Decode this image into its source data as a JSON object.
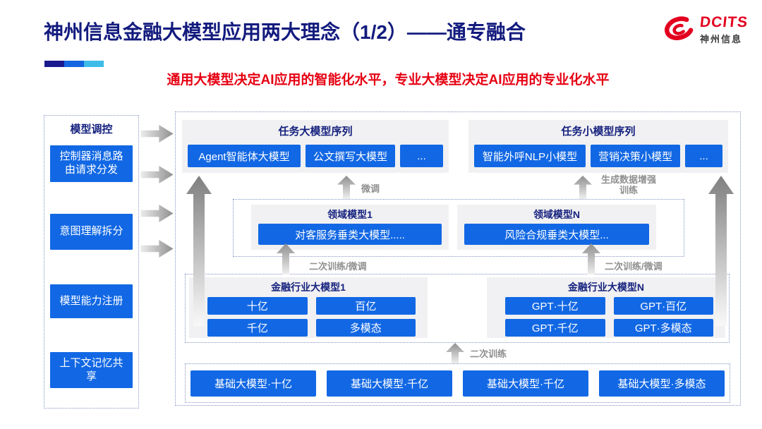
{
  "header": {
    "title": "神州信息金融大模型应用两大理念（1/2）——通专融合",
    "subtitle": "通用大模型决定AI应用的智能化水平，专业大模型决定AI应用的专业化水平",
    "logo": {
      "brand": "DCITS",
      "brand_cn": "神州信息"
    }
  },
  "colors": {
    "primary_blue": "#1268e4",
    "title_navy": "#131b7e",
    "subtitle_red": "#e60012",
    "brand_red": "#e3001f",
    "label_gray": "#8f8f8f",
    "panel_gray": "#f1f1f3",
    "accent_segments": [
      "#1a1a8e",
      "#1467e0",
      "#3dbde8"
    ]
  },
  "sidebar": {
    "title": "模型调控",
    "items": [
      {
        "label": "控制器消息路由请求分发"
      },
      {
        "label": "意图理解拆分"
      },
      {
        "label": "模型能力注册"
      },
      {
        "label": "上下文记忆共享"
      }
    ]
  },
  "diagram": {
    "task_large": {
      "title": "任务大模型序列",
      "items": [
        "Agent智能体大模型",
        "公文撰写大模型",
        "..."
      ]
    },
    "task_small": {
      "title": "任务小模型序列",
      "items": [
        "智能外呼NLP小模型",
        "营销决策小模型",
        "..."
      ]
    },
    "domain": {
      "group1": {
        "title": "领域模型1",
        "item": "对客服务垂类大模型....."
      },
      "groupN": {
        "title": "领域模型N",
        "item": "风险合规垂类大模型..."
      }
    },
    "industry": {
      "group1": {
        "title": "金融行业大模型1",
        "items": [
          "十亿",
          "百亿",
          "千亿",
          "多模态"
        ]
      },
      "groupN": {
        "title": "金融行业大模型N",
        "items": [
          "GPT·十亿",
          "GPT·百亿",
          "GPT·千亿",
          "GPT·多模态"
        ]
      }
    },
    "base": {
      "items": [
        "基础大模型·十亿",
        "基础大模型·千亿",
        "基础大模型·千亿",
        "基础大模型·多模态"
      ]
    },
    "labels": {
      "fine_tune": "微调",
      "gen_data_line1": "生成数据增强",
      "gen_data_line2": "训练",
      "retrain_left": "二次训练/微调",
      "retrain_right": "二次训练/微调",
      "retrain_bottom": "二次训练"
    }
  }
}
